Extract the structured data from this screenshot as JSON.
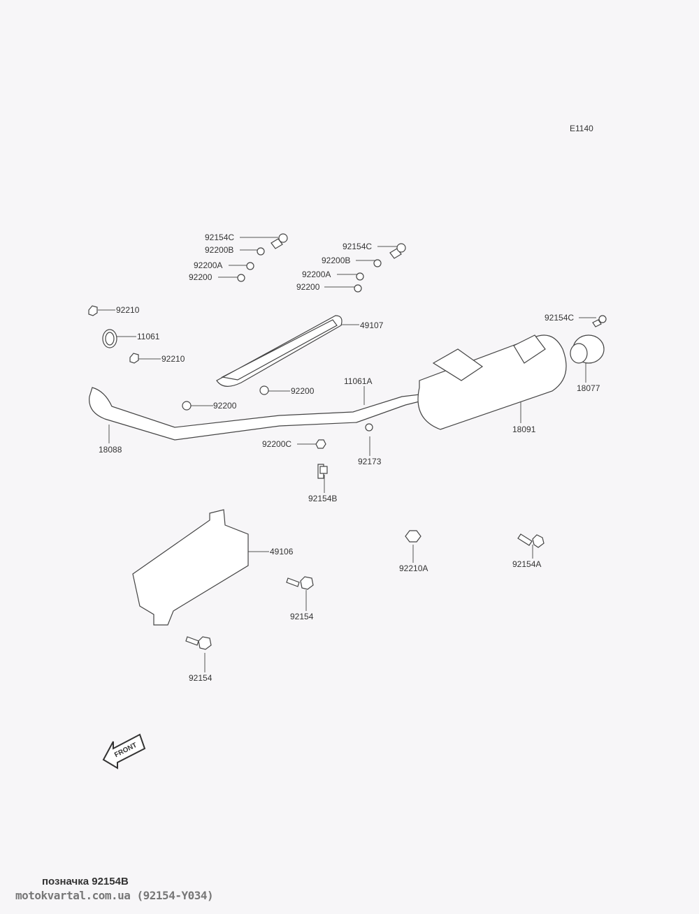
{
  "diagram_code": "E1140",
  "front_arrow_label": "FRONT",
  "callouts": [
    "92154C",
    "92200B",
    "92200A",
    "92200",
    "92154C",
    "92200B",
    "92200A",
    "92200",
    "92210",
    "11061",
    "92210",
    "49107",
    "92154C",
    "18077",
    "92200",
    "11061A",
    "92200",
    "18091",
    "18088",
    "92200C",
    "92173",
    "92154B",
    "49106",
    "92210A",
    "92154A",
    "92154",
    "92154"
  ],
  "footer": {
    "caption": "позначка 92154B",
    "site": "motokvartal.com.ua (92154-Y034)"
  }
}
